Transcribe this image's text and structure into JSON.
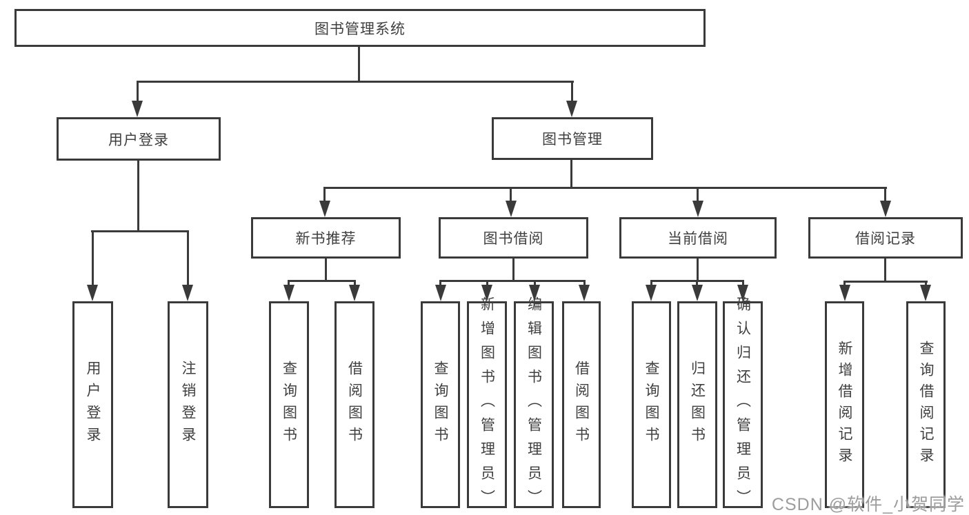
{
  "page": {
    "background": "#ffffff",
    "line_color": "#3a3a3a",
    "text_color": "#3f3f3f"
  },
  "watermark": {
    "text": "CSDN @软件_小贺同学",
    "color": "#9d9d9d"
  },
  "diagram": {
    "type": "hierarchy-tree",
    "root": {
      "label": "图书管理系统"
    },
    "branches": [
      {
        "label": "用户登录",
        "leaves": [
          {
            "label": "用户登录"
          },
          {
            "label": "注销登录"
          }
        ]
      },
      {
        "label": "图书管理",
        "groups": [
          {
            "label": "新书推荐",
            "leaves": [
              {
                "label": "查询图书"
              },
              {
                "label": "借阅图书"
              }
            ]
          },
          {
            "label": "图书借阅",
            "leaves": [
              {
                "label": "查询图书"
              },
              {
                "label": "新增图书（管理员）"
              },
              {
                "label": "编辑图书（管理员）"
              },
              {
                "label": "借阅图书"
              }
            ]
          },
          {
            "label": "当前借阅",
            "leaves": [
              {
                "label": "查询图书"
              },
              {
                "label": "归还图书"
              },
              {
                "label": "确认归还（管理员）"
              }
            ]
          },
          {
            "label": "借阅记录",
            "leaves": [
              {
                "label": "新增借阅记录"
              },
              {
                "label": "查询借阅记录"
              }
            ]
          }
        ]
      }
    ]
  }
}
